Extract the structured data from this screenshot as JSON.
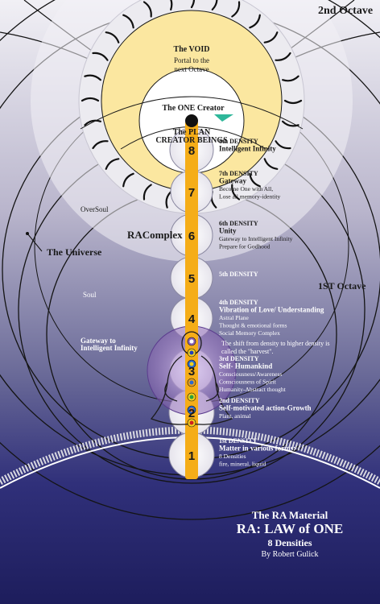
{
  "labels": {
    "octave2": "2nd Octave",
    "void_title": "The VOID",
    "void_sub1": "Portal to the",
    "void_sub2": "next Octave",
    "one_creator": "The ONE Creator",
    "plan_line1": "The PLAN",
    "plan_line2": "CREATOR BEINGS",
    "oversoul": "OverSoul",
    "racomplex": "RAComplex",
    "universe": "The Universe",
    "soul": "Soul",
    "octave1": "1ST Octave",
    "gateway_left1": "Gateway to",
    "gateway_left2": "Intelligent Infinity"
  },
  "densities": [
    {
      "num": "8",
      "lines": [
        "8th DENSITY",
        "Intelligent Infinity"
      ]
    },
    {
      "num": "7",
      "lines": [
        "7th DENSITY",
        "Gateway",
        "Become One with All,",
        "Lose all memory-identity"
      ]
    },
    {
      "num": "6",
      "lines": [
        "6th DENSITY",
        "Unity",
        "Gateway to Intelligent Infinity",
        "Prepare for Godhood"
      ]
    },
    {
      "num": "5",
      "lines": [
        "5th DENSITY"
      ]
    },
    {
      "num": "4",
      "lines": [
        "4th DENSITY",
        "Vibration of Love/ Understanding",
        "Astral Plane",
        "Thought & emotional forms",
        "Social Memory Complex"
      ]
    },
    {
      "num": "3",
      "lines": [
        "3rd DENSITY",
        "Self- Humankind",
        "Consciousness/Awareness",
        "Consciousness of Spirit",
        "Humanity-Abstract thought"
      ]
    },
    {
      "num": "2",
      "lines": [
        "2nd DENSITY",
        "Self-motivated action-Growth",
        "Plant, animal"
      ]
    },
    {
      "num": "1",
      "lines": [
        "1st DENSITY",
        "Matter in various forms:",
        "8 Densities",
        "fire, mineral, liquid"
      ]
    }
  ],
  "shift_note": [
    "The shift from density to higher density is",
    "called the \"harvest\"."
  ],
  "footer": {
    "line1": "The RA Material",
    "line2": "RA: LAW of ONE",
    "line3": "8 Densities",
    "line4": "By Robert Gulick"
  },
  "colors": {
    "background_top": "#c9c6d8",
    "background_bottom": "#1d1d5c",
    "void_yellow": "#fbe7a0",
    "column_orange": "#f5ad18",
    "pyramid_teal": "#2fb79a",
    "chakra_purple": "#8a63b3"
  }
}
